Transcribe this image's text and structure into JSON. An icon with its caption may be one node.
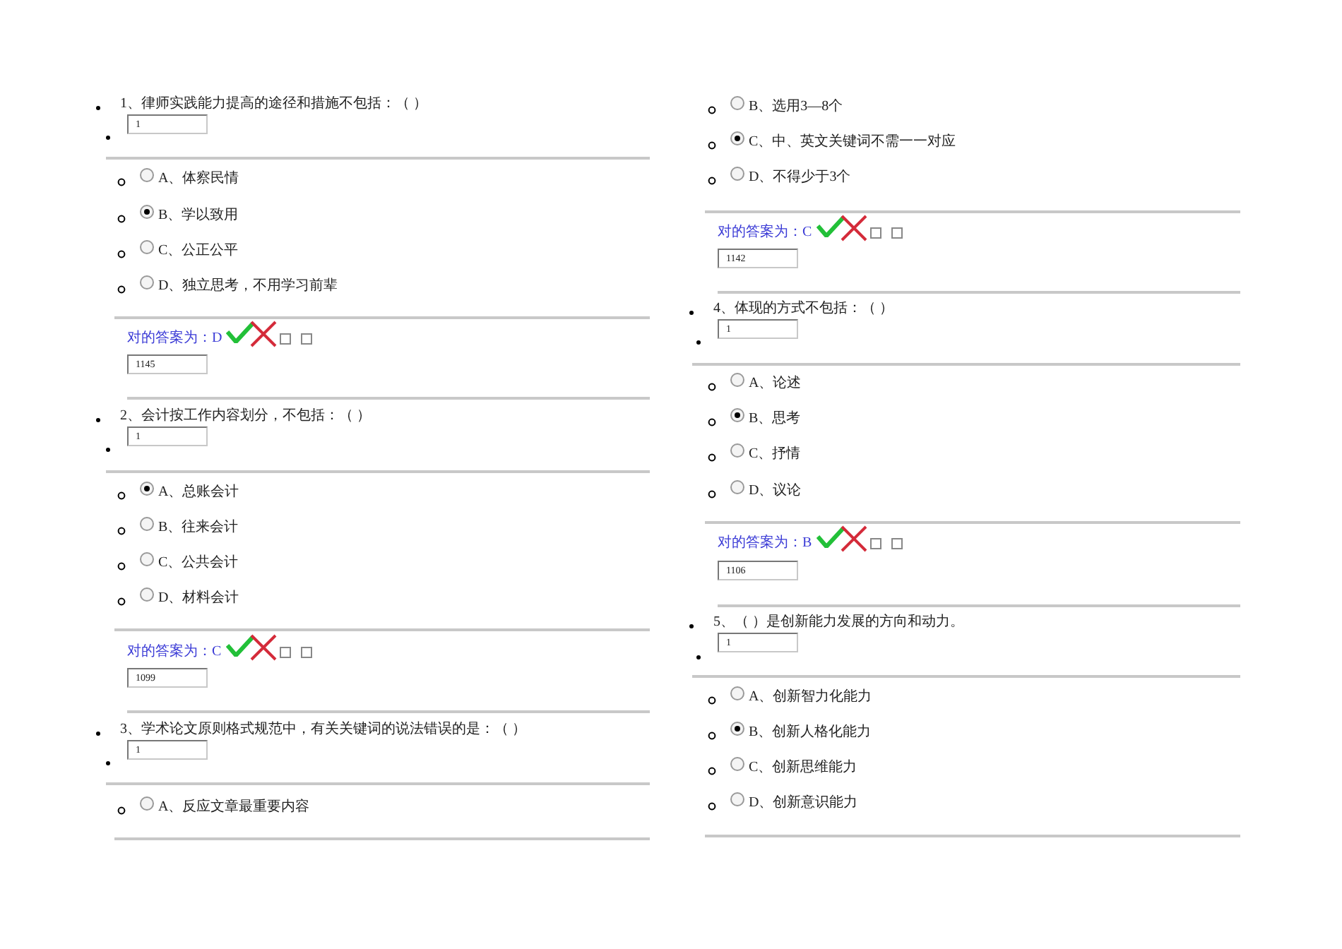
{
  "diagram": {
    "labels": [
      "1、律师实践能力提高的途径和措施不包括：（ ）",
      "1",
      "A、体察民情",
      "B、学以致用",
      "C、公正公平",
      "D、独立思考，不用学习前辈",
      "对的答案为：D",
      "1145",
      "2、会计按工作内容划分，不包括：（ ）",
      "1",
      "A、总账会计",
      "B、往来会计",
      "C、公共会计",
      "D、材料会计",
      "对的答案为：C",
      "1099",
      "3、学术论文原则格式规范中，有关关键词的说法错误的是：（ ）",
      "1",
      "A、反应文章最重要内容",
      "B、选用3—8个",
      "C、中、英文关键词不需一一对应",
      "D、不得少于3个",
      "对的答案为：C",
      "1142",
      "4、体现的方式不包括：（ ）",
      "1",
      "A、论述",
      "B、思考",
      "C、抒情",
      "D、议论",
      "对的答案为：B",
      "1106",
      "5、（ ）是创新能力发展的方向和动力。",
      "1",
      "A、创新智力化能力",
      "B、创新人格化能力",
      "C、创新思维能力",
      "D、创新意识能力"
    ]
  }
}
